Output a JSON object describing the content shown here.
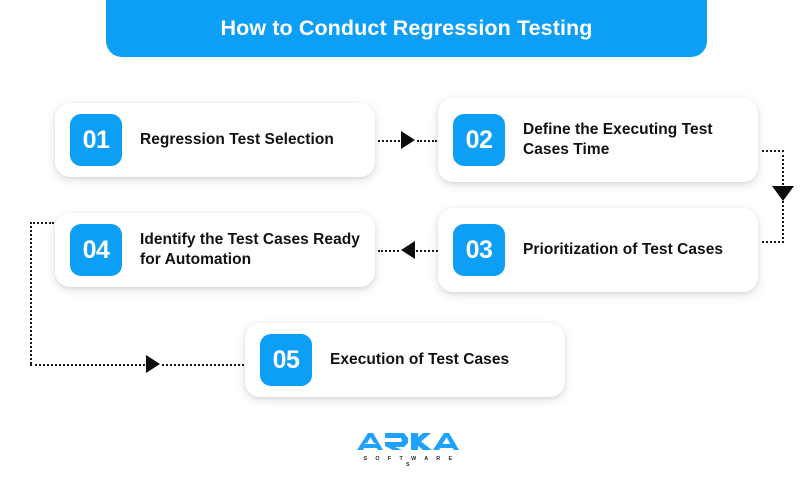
{
  "header": {
    "title": "How to Conduct Regression Testing",
    "background_color": "#0d9ff5",
    "text_color": "#ffffff"
  },
  "theme": {
    "accent_color": "#0d9ff5",
    "card_background": "#ffffff",
    "text_color": "#111111",
    "connector_color": "#0d0d0d",
    "page_background": "#ffffff"
  },
  "steps": [
    {
      "number": "01",
      "label": "Regression Test Selection"
    },
    {
      "number": "02",
      "label": "Define the Executing Test Cases Time"
    },
    {
      "number": "03",
      "label": "Prioritization of Test Cases"
    },
    {
      "number": "04",
      "label": "Identify the Test Cases Ready for Automation"
    },
    {
      "number": "05",
      "label": "Execution of Test Cases"
    }
  ],
  "connectors": [
    {
      "from": "01",
      "to": "02",
      "direction": "right"
    },
    {
      "from": "02",
      "to": "03",
      "direction": "down"
    },
    {
      "from": "03",
      "to": "04",
      "direction": "left"
    },
    {
      "from": "04",
      "to": "05",
      "direction": "right"
    }
  ],
  "logo": {
    "wordmark": "ARKA",
    "subtitle": "S O F T W A R E S",
    "color": "#1fa2ff"
  }
}
